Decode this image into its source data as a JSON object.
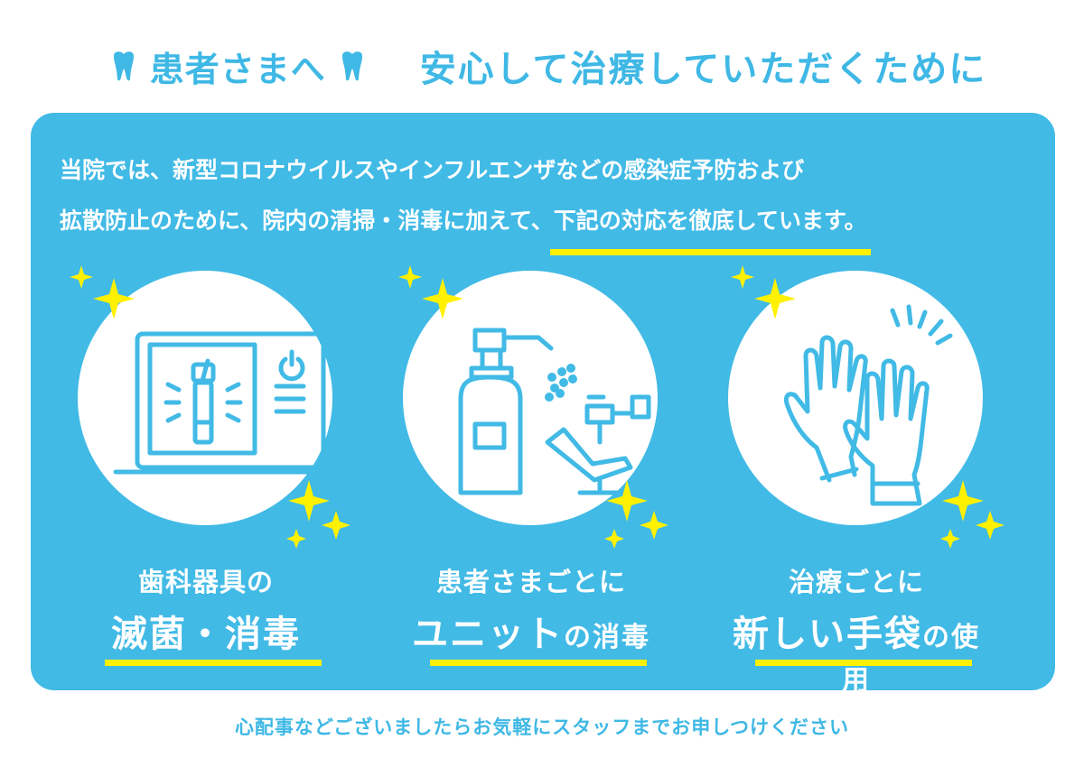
{
  "header": {
    "label": "患者さまへ",
    "title": "安心して治療していただくために"
  },
  "intro": {
    "line1": "当院では、新型コロナウイルスやインフルエンザなどの感染症予防および",
    "line2_pre": "拡散防止のために、院内の清掃・消毒に加えて、",
    "line2_highlight": "下記の対応を徹底しています。"
  },
  "items": [
    {
      "caption_top": "歯科器具の",
      "caption_main": "滅菌・消毒",
      "caption_main_suffix": "",
      "icon": "sterilizer-icon"
    },
    {
      "caption_top": "患者さまごとに",
      "caption_main": "ユニット",
      "caption_main_suffix": "の消毒",
      "icon": "disinfect-unit-icon"
    },
    {
      "caption_top": "治療ごとに",
      "caption_main": "新しい手袋",
      "caption_main_suffix": "の使用",
      "icon": "gloves-icon"
    }
  ],
  "footer": {
    "text": "心配事などございましたらお気軽にスタッフまでお申しつけください"
  },
  "colors": {
    "primary": "#41bae6",
    "accent": "#fff100",
    "white": "#ffffff"
  }
}
